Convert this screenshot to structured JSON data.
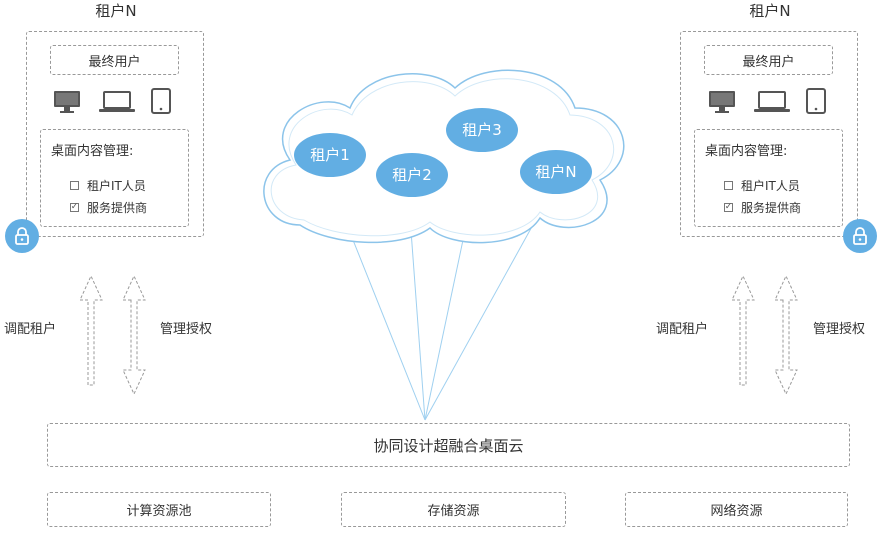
{
  "left_tenant": {
    "title": "租户N",
    "end_user_label": "最终用户",
    "desktop_mgmt_label": "桌面内容管理:",
    "options": [
      {
        "label": "租户IT人员",
        "checked": false
      },
      {
        "label": "服务提供商",
        "checked": true
      }
    ],
    "arrow_labels": {
      "left": "调配租户",
      "right": "管理授权"
    }
  },
  "right_tenant": {
    "title": "租户N",
    "end_user_label": "最终用户",
    "desktop_mgmt_label": "桌面内容管理:",
    "options": [
      {
        "label": "租户IT人员",
        "checked": false
      },
      {
        "label": "服务提供商",
        "checked": true
      }
    ],
    "arrow_labels": {
      "left": "调配租户",
      "right": "管理授权"
    }
  },
  "cloud": {
    "tenants": [
      "租户1",
      "租户2",
      "租户3",
      "租户N"
    ],
    "fill_color": "#62aee3"
  },
  "platform_label": "协同设计超融合桌面云",
  "resources": [
    "计算资源池",
    "存储资源",
    "网络资源"
  ],
  "icons": [
    "desktop-icon",
    "laptop-icon",
    "tablet-icon",
    "lock-icon"
  ]
}
